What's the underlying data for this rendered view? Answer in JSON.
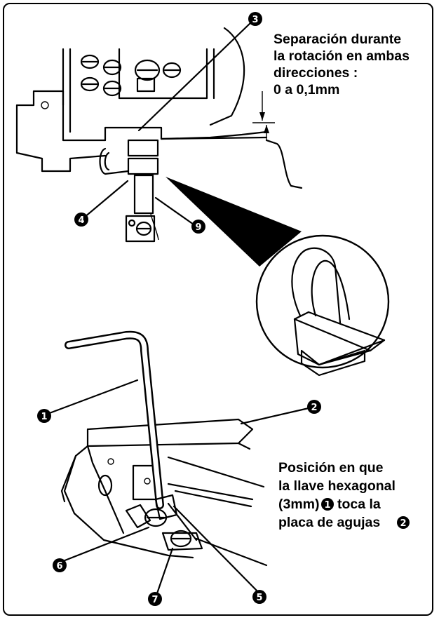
{
  "figure": {
    "note_top": [
      "Separación durante",
      "la rotación en ambas",
      "direcciones :",
      "0 a 0,1mm"
    ],
    "note_bottom": [
      "Posición en que",
      "la llave hexagonal",
      "(3mm)",
      "toca la",
      "placa de agujas"
    ],
    "note_bottom_refs": [
      "1",
      "2"
    ],
    "callouts": [
      "1",
      "2",
      "3",
      "4",
      "5",
      "6",
      "7",
      "9"
    ],
    "colors": {
      "ink": "#000000",
      "paper": "#ffffff"
    }
  }
}
